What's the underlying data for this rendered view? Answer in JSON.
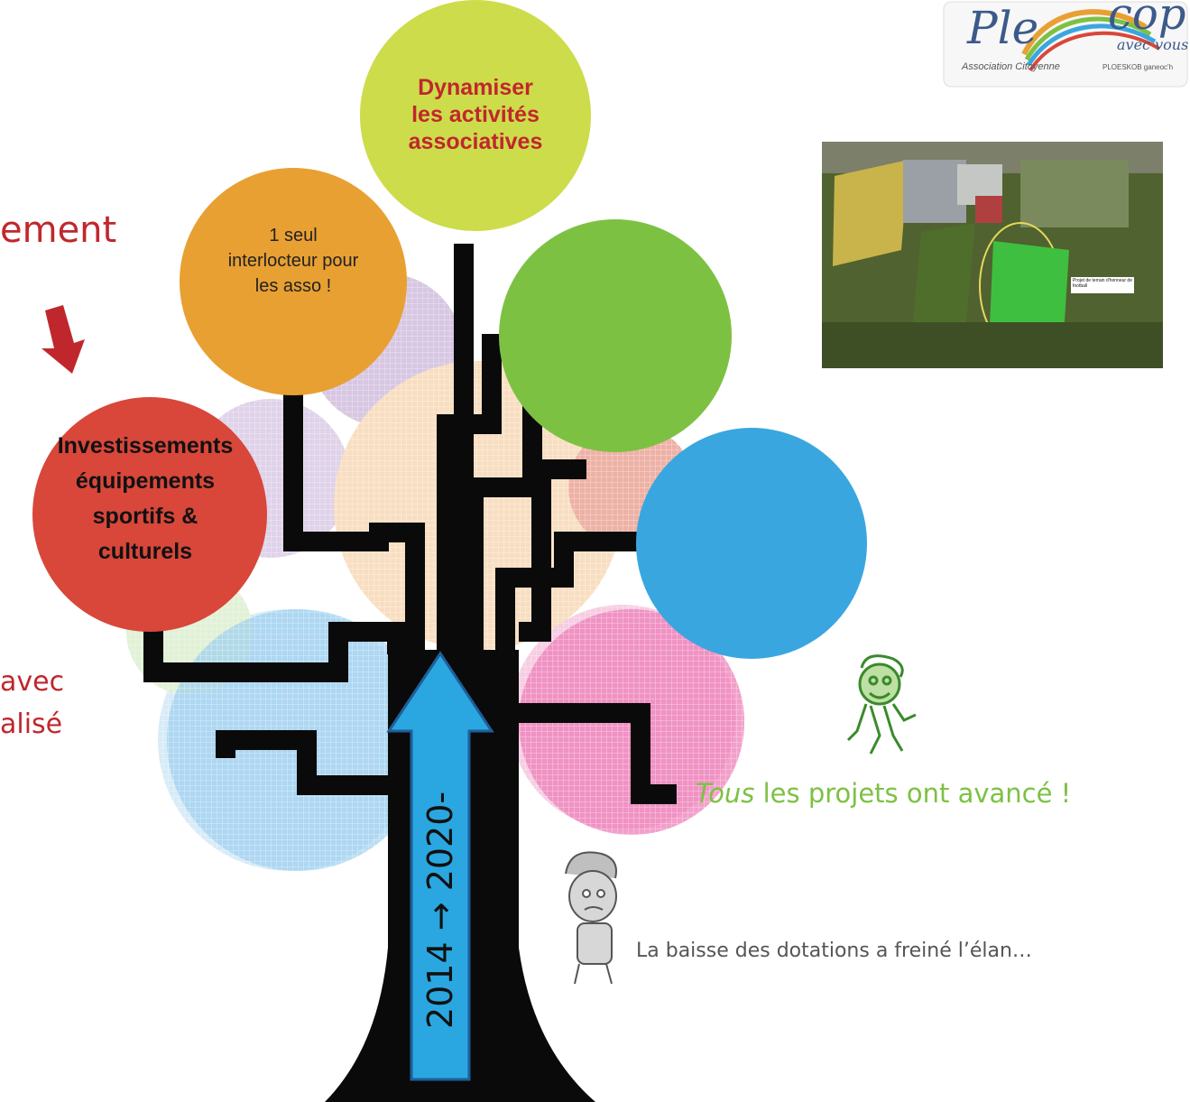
{
  "left_text": {
    "line1": "ement",
    "line2": "avec",
    "line3": "alisé"
  },
  "circles": {
    "top": "Dynamiser\nles activités\nassociatives",
    "orange": "1 seul\ninterlocteur pour\nles asso !",
    "red": "Investissements\néquipements\nsportifs &\nculturels"
  },
  "trunk_arrow": "2014 → 2020-",
  "footer": {
    "tous": "Tous",
    "rest": " les projets ont avancé !",
    "baisse": "La baisse des dotations a freiné l’élan…"
  },
  "logo": {
    "word1": "Ple",
    "word2": "cop",
    "word3": "avec vous",
    "sub1": "Association Citoyenne",
    "sub2": "PLOESKOB ganeoc'h"
  },
  "photo_label": "Projet de terrain d'honneur de football",
  "colors": {
    "top_circle": "#cddc4a",
    "top_text": "#c0272d",
    "orange": "#e8a033",
    "green": "#7dc143",
    "red": "#d8473a",
    "blue": "#3aa6df",
    "trunk": "#0a0a0a",
    "arrow": "#2aa7e0",
    "footer_green": "#7dc143"
  }
}
